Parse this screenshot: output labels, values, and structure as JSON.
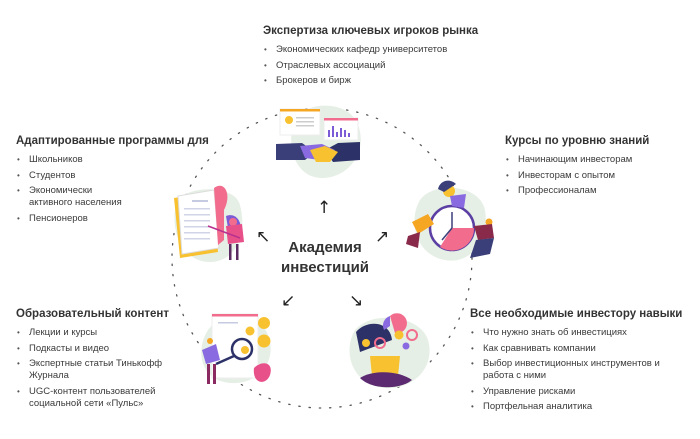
{
  "center": {
    "title_line1": "Академия",
    "title_line2": "инвестиций"
  },
  "sections": {
    "expertise": {
      "title": "Экспертиза ключевых игроков рынка",
      "items": [
        "Экономических кафедр университетов",
        "Отраслевых ассоциаций",
        "Брокеров и бирж"
      ]
    },
    "adapted": {
      "title": "Адаптированные программы для",
      "items": [
        "Школьников",
        "Студентов",
        "Экономически активного населения",
        "Пенсионеров"
      ]
    },
    "courses": {
      "title": "Курсы по уровню знаний",
      "items": [
        "Начинающим инвесторам",
        "Инвесторам с опытом",
        "Профессионалам"
      ]
    },
    "content": {
      "title": "Образовательный контент",
      "items": [
        "Лекции и курсы",
        "Подкасты и видео",
        "Экспертные статьи Тинькофф Журнала",
        "UGC-контент пользователей социальной сети «Пульс»"
      ]
    },
    "skills": {
      "title": "Все необходимые инвестору навыки",
      "items": [
        "Что нужно знать об инвестициях",
        "Как сравнивать компании",
        "Выбор инвестиционных инструментов и работа с ними",
        "Управление рисками",
        "Портфельная аналитика"
      ]
    }
  },
  "arrows": {
    "up": "↑",
    "left": "↖",
    "right": "↗",
    "down_left": "↙",
    "down_right": "↘"
  },
  "icons": [
    "handshake-illustration",
    "document-illustration",
    "clock-illustration",
    "magnifier-coins-illustration",
    "meditation-juggling-illustration"
  ],
  "colors": {
    "text": "#333333",
    "blob": "#e6efe5",
    "navy": "#3a3f7a",
    "purple": "#7b5cd6",
    "orange": "#f5a623",
    "pink": "#f26d8d",
    "yellow": "#f8c12f",
    "magenta": "#b8318f"
  }
}
